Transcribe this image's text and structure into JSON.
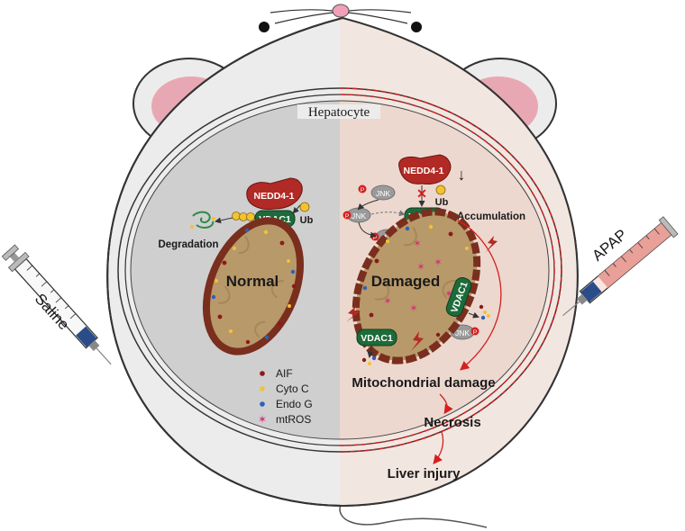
{
  "header": {
    "title": "Hepatocyte"
  },
  "left": {
    "protein": "NEDD4-1",
    "channel": "VDAC1",
    "ub": "Ub",
    "degradation": "Degradation",
    "mito_label": "Normal",
    "injection": "Saline"
  },
  "right": {
    "protein": "NEDD4-1",
    "down_arrow": "↓",
    "ub": "Ub",
    "channel": "VDAC1",
    "accumulation": "Accumulation",
    "mito_label": "Damaged",
    "kinase": "JNK",
    "phospho": "P",
    "injection": "APAP",
    "pathway": [
      "Mitochondrial damage",
      "Necrosis",
      "Liver injury"
    ]
  },
  "legend": [
    {
      "label": "AIF",
      "color": "#8b1a1a",
      "shape": "dot"
    },
    {
      "label": "Cyto C",
      "color": "#f2c230",
      "shape": "dot"
    },
    {
      "label": "Endo G",
      "color": "#2a62b8",
      "shape": "dot"
    },
    {
      "label": "mtROS",
      "color": "#d6307a",
      "shape": "star"
    }
  ],
  "colors": {
    "body_fill": "#ececec",
    "left_cell": "#cfcfcf",
    "right_cell": "#ecd8cf",
    "ear_inner": "#e8a8b3",
    "nedd4": "#b22a25",
    "vdac1": "#1e6b3a",
    "mito_matrix": "#b8996a",
    "mito_border": "#7a2e1e",
    "arrow_red": "#d42020"
  }
}
